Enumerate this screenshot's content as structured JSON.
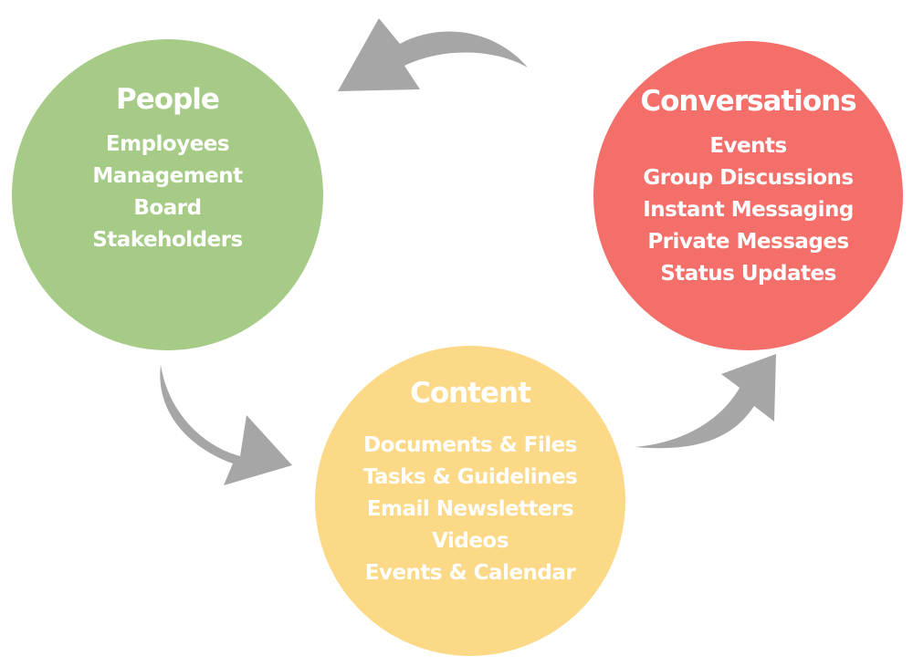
{
  "colors": {
    "people": "#a5cb86",
    "content": "#fbd986",
    "conversations": "#f46f6a",
    "arrow": "#a6a6a6"
  },
  "people": {
    "title": "People",
    "items": [
      "Employees",
      "Management",
      "Board",
      "Stakeholders"
    ]
  },
  "conversations": {
    "title": "Conversations",
    "items": [
      "Events",
      "Group Discussions",
      "Instant Messaging",
      "Private Messages",
      "Status Updates"
    ]
  },
  "content": {
    "title": "Content",
    "items": [
      "Documents & Files",
      "Tasks & Guidelines",
      "Email Newsletters",
      "Videos",
      "Events & Calendar"
    ]
  },
  "arrows": [
    {
      "from": "conversations",
      "to": "people",
      "icon": "curved-arrow-icon"
    },
    {
      "from": "people",
      "to": "content",
      "icon": "curved-arrow-icon"
    },
    {
      "from": "content",
      "to": "conversations",
      "icon": "curved-arrow-icon"
    }
  ]
}
